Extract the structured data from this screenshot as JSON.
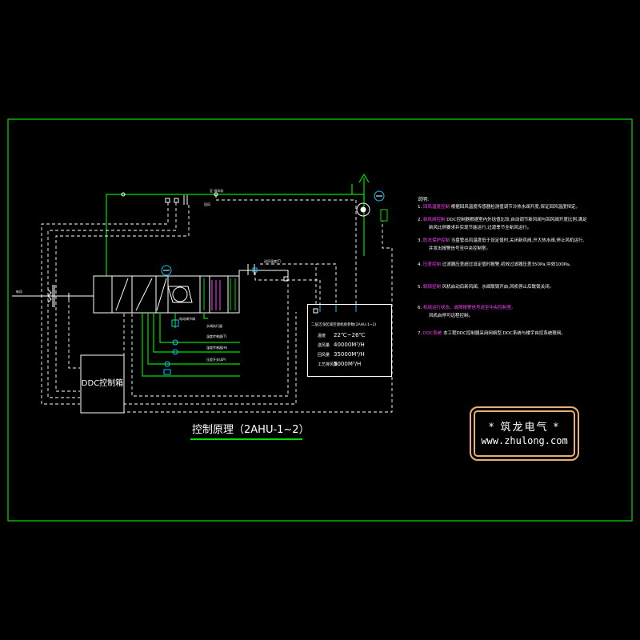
{
  "diagram": {
    "ddc_box_label": "DDC控制箱",
    "caption": "控制原理（2AHU-1~2）",
    "notes_title": "说明:",
    "notes": [
      {
        "num": "1.",
        "head": "回风温度控制",
        "body": "根据回风温度传感器检测值调节冷热水阀开度,保证回风温度恒定。"
      },
      {
        "num": "2.",
        "head": "新风阀控制",
        "body": "DDC控制器根据室内外焓值比较,自动调节新风阀与回风阀开度比例,满足"
      },
      {
        "num": "",
        "head": "",
        "body": "新风比例要求并实现节能运行,过渡季节全新风运行。"
      },
      {
        "num": "3.",
        "head": "防冻保护控制",
        "body": "当盘管出风温度低于设定值时,关闭新风阀,开大热水阀,停止风机运行,"
      },
      {
        "num": "",
        "head": "",
        "body": "并发出报警信号至中央控制室。"
      },
      {
        "num": "4.",
        "head": "压差控制",
        "body": "过滤器压差超过设定值时报警,初效过滤器压差350Pa,中效100Pa。"
      },
      {
        "num": "5.",
        "head": "联锁控制",
        "body": "风机启动后新风阀、水阀联锁开启;风机停止后联锁关闭。"
      },
      {
        "num": "6.",
        "head": "",
        "body": "机组运行状态、故障报警信号送至中央控制室。"
      },
      {
        "num": "",
        "head": "",
        "body": "风机启停可远程控制。"
      },
      {
        "num": "7.",
        "head": "DDC系统",
        "body": "本工程DDC控制器采用网络型,DDC系统与楼宇自控系统联网。"
      }
    ],
    "params": {
      "title": "二层洁净区域空调机组参数(2AHU-1~2)",
      "rows": [
        {
          "k": "温度",
          "v": "22℃~26℃"
        },
        {
          "k": "送风量",
          "v": "40000M³/H"
        },
        {
          "k": "回风量",
          "v": "35000M³/H"
        },
        {
          "k": "工艺排风量",
          "v": "5000M³/H"
        }
      ]
    },
    "labels": {
      "top_pipe": "至 排风机",
      "fresh_air": "新风",
      "return_air": "回风",
      "supply_temp": "送风温度(T)",
      "sensor1": "温度传感器(T)",
      "sensor2": "湿度传感器(H)",
      "sensor3": "压差开关(ΔP)",
      "sensor4": "水阀执行器",
      "valve1": "电动调节阀"
    }
  },
  "watermark": {
    "line1": "*    筑龙电气    *",
    "line2": "www.zhulong.com"
  },
  "colors": {
    "frame": "#00e000",
    "pipe": "#00e000",
    "signal": "#ffffff",
    "accent": "#ff40ff",
    "device": "#00c8ff",
    "watermark_border": "#e8b070"
  }
}
